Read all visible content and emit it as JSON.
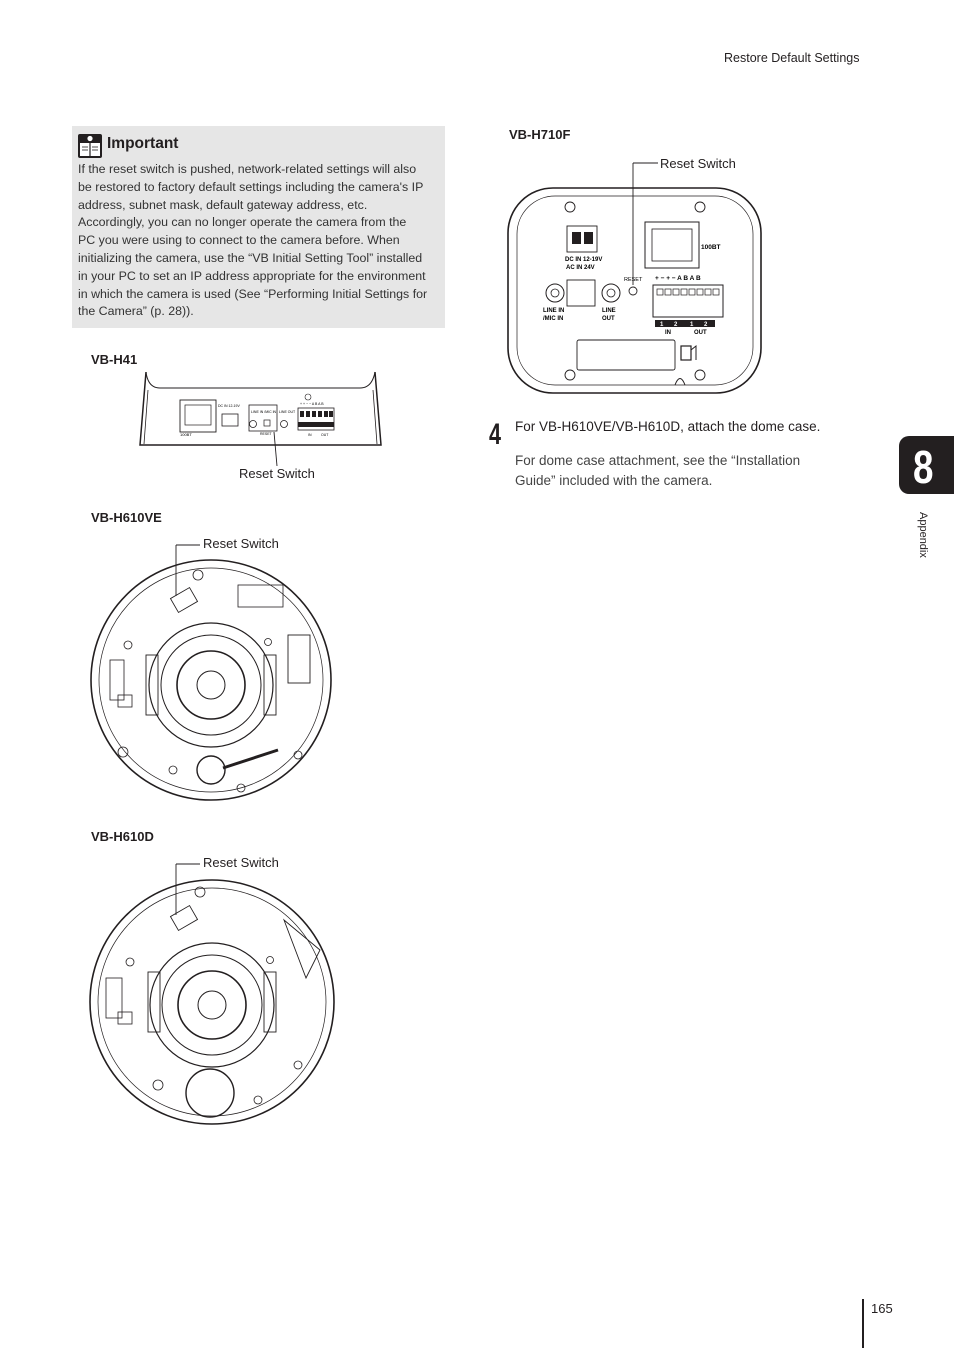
{
  "header": {
    "running_title": "Restore Default Settings"
  },
  "important": {
    "icon": "important-notice-icon",
    "title": "Important",
    "lines": [
      "If the reset switch is pushed, network-related settings will also",
      "be restored to factory default settings including the camera's IP",
      "address, subnet mask, default gateway address, etc.",
      "Accordingly, you can no longer operate the camera from the",
      "PC you were using to connect to the camera before. When",
      "initializing the camera, use the “VB Initial Setting Tool” installed",
      "in your PC to set an IP address appropriate for the environment",
      "in which the camera is used (See “Performing Initial Settings for",
      "the Camera” (p. 28))."
    ]
  },
  "figures": {
    "vb_h41": {
      "label": "VB-H41",
      "callout": "Reset Switch",
      "panel_text": {
        "network": "100BT",
        "power": "DC IN 12-19V",
        "line_in": "LINE IN /MIC IN",
        "line_out": "LINE OUT",
        "reset": "RESET",
        "io_top": "+ + − − A B A B",
        "io_in": "IN",
        "io_out": "OUT"
      }
    },
    "vb_h610ve": {
      "label": "VB-H610VE",
      "callout": "Reset Switch"
    },
    "vb_h610d": {
      "label": "VB-H610D",
      "callout": "Reset Switch"
    },
    "vb_h710f": {
      "label": "VB-H710F",
      "callout": "Reset Switch",
      "panel_text": {
        "network": "100BT",
        "power_1": "DC IN 12-19V",
        "power_2": "AC IN 24V",
        "reset": "RESET",
        "line_in_1": "LINE IN",
        "line_in_2": "/MIC IN",
        "line_out_1": "LINE",
        "line_out_2": "OUT",
        "io_top": "+ − + − A B A B",
        "in_1": "1",
        "in_2": "2",
        "out_1": "1",
        "out_2": "2",
        "io_in": "IN",
        "io_out": "OUT"
      }
    }
  },
  "step": {
    "number": "4",
    "title": "For VB-H610VE/VB-H610D, attach the dome case.",
    "body_lines": [
      "For dome case attachment, see the “Installation",
      "Guide” included with the camera."
    ]
  },
  "sidebar": {
    "chapter_number": "8",
    "section_label": "Appendix"
  },
  "footer": {
    "page_number": "165"
  }
}
